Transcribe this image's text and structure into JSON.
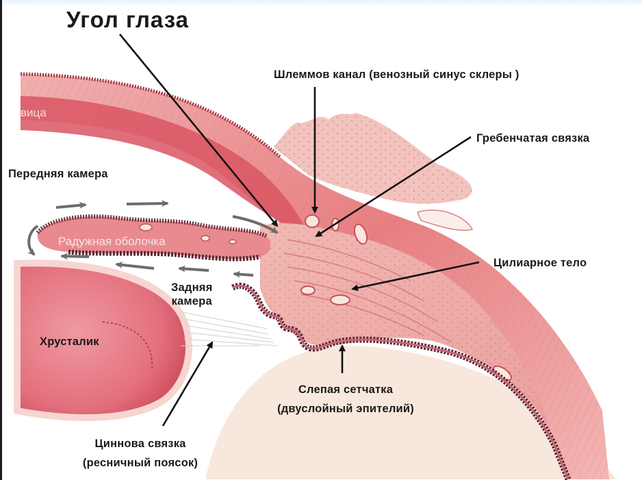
{
  "title": "Угол   глаза",
  "labels": {
    "schlemm": "Шлеммов канал (венозный синус склеры )",
    "pectinate": "Гребенчатая связка",
    "anterior_chamber": "Передняя камера",
    "iris": "Радужная оболочка",
    "ciliary_body": "Цилиарное тело",
    "posterior_chamber_1": "Задняя",
    "posterior_chamber_2": "камера",
    "lens": "Хрусталик",
    "blind_retina_1": "Слепая сетчатка",
    "blind_retina_2": "(двуслойный эпителий)",
    "zonule_1": "Циннова связка",
    "zonule_2": "(ресничный поясок)",
    "cornea_partial": "вица"
  },
  "colors": {
    "tissue_light": "#f3c6c0",
    "tissue_mid": "#ec9c99",
    "tissue_dark": "#d9535e",
    "pigment": "#5a2a35",
    "lens_fill": "#e8808a",
    "vitreous": "#f6e4d8"
  }
}
